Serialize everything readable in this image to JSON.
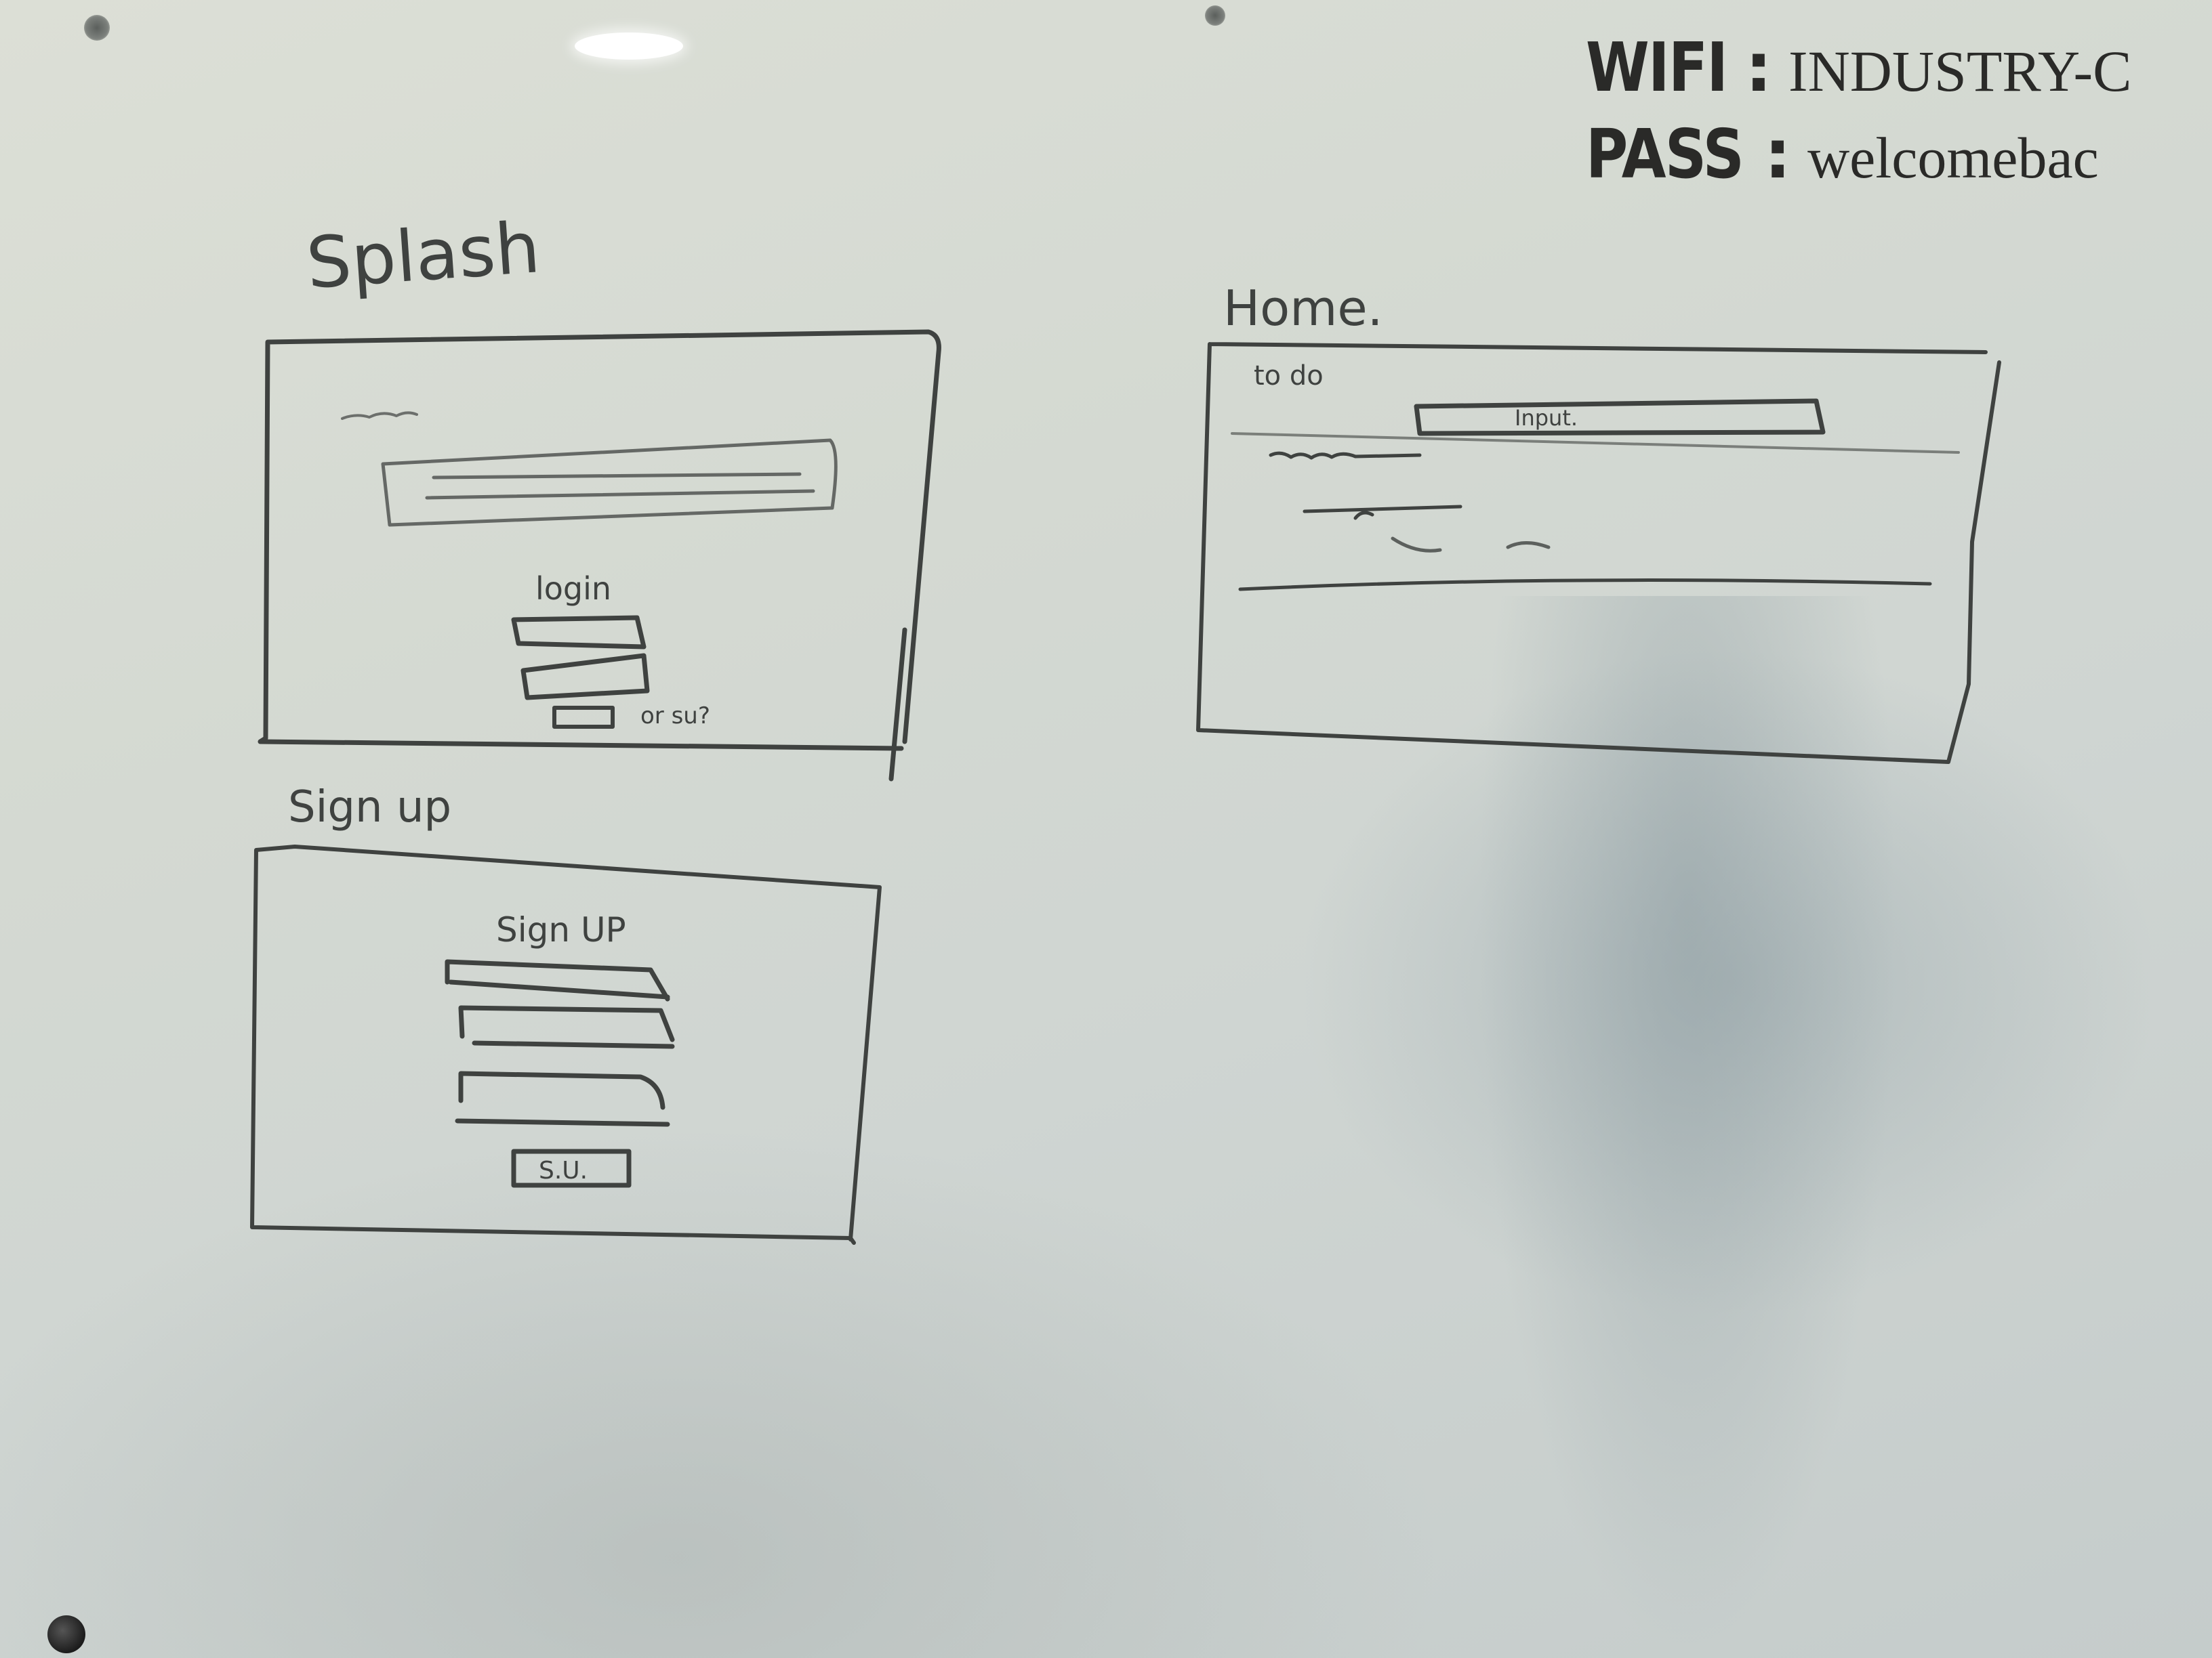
{
  "sign": {
    "wifi_label": "WIFI",
    "wifi_value": "INDUSTRY-C",
    "pass_label": "PASS",
    "pass_value": "welcomebac"
  },
  "sketches": {
    "splash": {
      "title": "Splash",
      "button_label": "login",
      "footer_label": "or su?"
    },
    "signup": {
      "title": "Sign up",
      "heading": "Sign UP",
      "button_label": "S.U."
    },
    "home": {
      "title": "Home.",
      "section_label": "to do",
      "input_label": "Input."
    }
  },
  "colors": {
    "marker": "#3f4240",
    "board": "#d4d9d2",
    "sign_text": "#2a2a28"
  }
}
